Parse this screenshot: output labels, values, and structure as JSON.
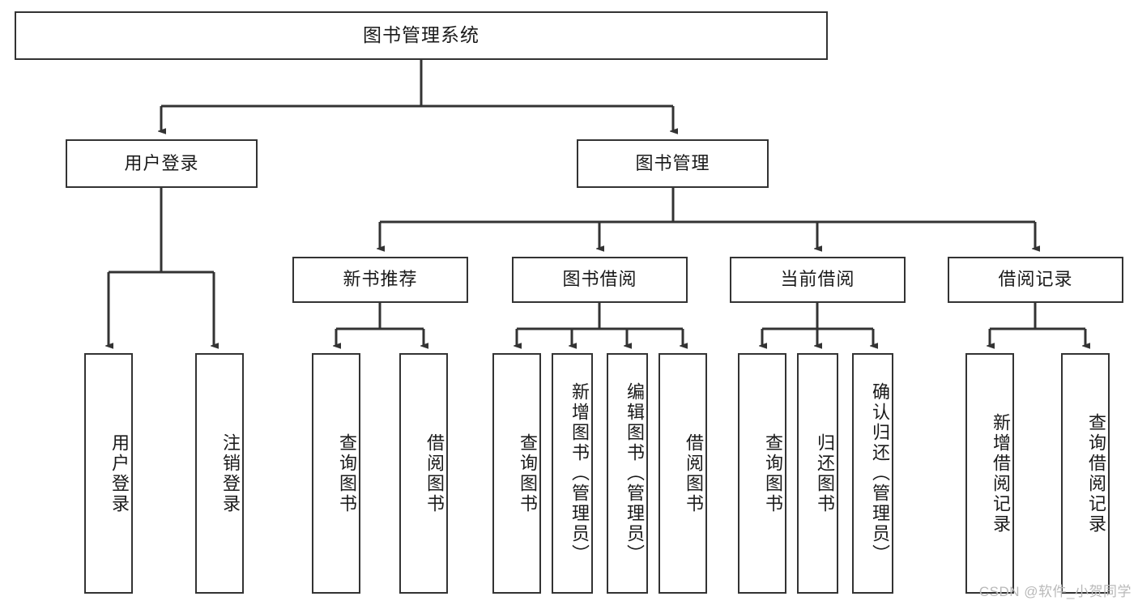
{
  "diagram": {
    "type": "tree",
    "title_label": "图书管理系统",
    "watermark": "CSDN @软件_小贺同学",
    "colors": {
      "box_border": "#333333",
      "box_fill": "#ffffff",
      "connector": "#333333",
      "text": "#1a1a1a",
      "watermark": "#b9b9b9",
      "background": "#ffffff"
    },
    "level2": [
      {
        "id": "user-login",
        "label": "用户登录"
      },
      {
        "id": "book-manage",
        "label": "图书管理"
      }
    ],
    "level3": [
      {
        "id": "new-book-recommend",
        "label": "新书推荐"
      },
      {
        "id": "book-borrow",
        "label": "图书借阅"
      },
      {
        "id": "current-borrow",
        "label": "当前借阅"
      },
      {
        "id": "borrow-record",
        "label": "借阅记录"
      }
    ],
    "leaves": {
      "user_login": [
        {
          "id": "leaf-user-login",
          "label": "用户登录"
        },
        {
          "id": "leaf-logout-login",
          "label": "注销登录"
        }
      ],
      "new_book_recommend": [
        {
          "id": "leaf-query-book-1",
          "label": "查询图书"
        },
        {
          "id": "leaf-borrow-book-1",
          "label": "借阅图书"
        }
      ],
      "book_borrow": [
        {
          "id": "leaf-query-book-2",
          "label": "查询图书"
        },
        {
          "id": "leaf-add-book-admin",
          "label": "新增图书（管理员）"
        },
        {
          "id": "leaf-edit-book-admin",
          "label": "编辑图书（管理员）"
        },
        {
          "id": "leaf-borrow-book-2",
          "label": "借阅图书"
        }
      ],
      "current_borrow": [
        {
          "id": "leaf-query-book-3",
          "label": "查询图书"
        },
        {
          "id": "leaf-return-book",
          "label": "归还图书"
        },
        {
          "id": "leaf-confirm-return-admin",
          "label": "确认归还（管理员）"
        }
      ],
      "borrow_record": [
        {
          "id": "leaf-add-borrow-record",
          "label": "新增借阅记录"
        },
        {
          "id": "leaf-query-borrow-record",
          "label": "查询借阅记录"
        }
      ]
    }
  }
}
